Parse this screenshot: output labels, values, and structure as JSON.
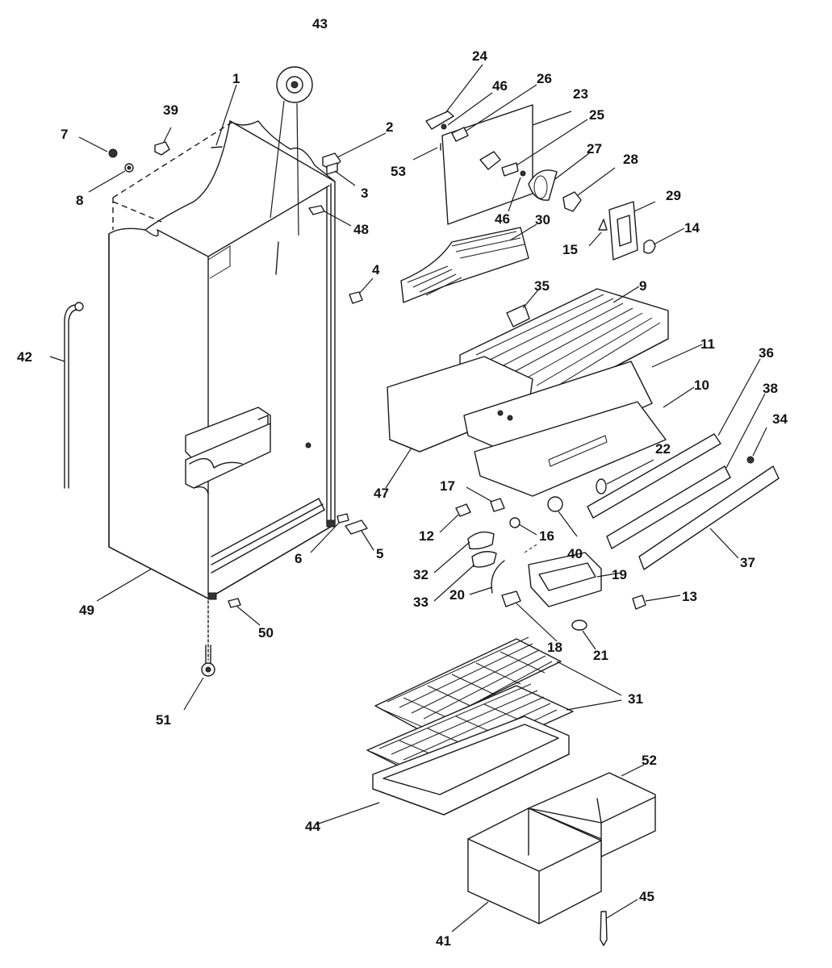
{
  "diagram": {
    "labels": [
      {
        "id": "lbl-1",
        "text": "1"
      },
      {
        "id": "lbl-2",
        "text": "2"
      },
      {
        "id": "lbl-3",
        "text": "3"
      },
      {
        "id": "lbl-4",
        "text": "4"
      },
      {
        "id": "lbl-5",
        "text": "5"
      },
      {
        "id": "lbl-6",
        "text": "6"
      },
      {
        "id": "lbl-7",
        "text": "7"
      },
      {
        "id": "lbl-8",
        "text": "8"
      },
      {
        "id": "lbl-9",
        "text": "9"
      },
      {
        "id": "lbl-10",
        "text": "10"
      },
      {
        "id": "lbl-11",
        "text": "11"
      },
      {
        "id": "lbl-12",
        "text": "12"
      },
      {
        "id": "lbl-13",
        "text": "13"
      },
      {
        "id": "lbl-14",
        "text": "14"
      },
      {
        "id": "lbl-15",
        "text": "15"
      },
      {
        "id": "lbl-16",
        "text": "16"
      },
      {
        "id": "lbl-17",
        "text": "17"
      },
      {
        "id": "lbl-18",
        "text": "18"
      },
      {
        "id": "lbl-19",
        "text": "19"
      },
      {
        "id": "lbl-20",
        "text": "20"
      },
      {
        "id": "lbl-21",
        "text": "21"
      },
      {
        "id": "lbl-22",
        "text": "22"
      },
      {
        "id": "lbl-23",
        "text": "23"
      },
      {
        "id": "lbl-24",
        "text": "24"
      },
      {
        "id": "lbl-25",
        "text": "25"
      },
      {
        "id": "lbl-26",
        "text": "26"
      },
      {
        "id": "lbl-27",
        "text": "27"
      },
      {
        "id": "lbl-28",
        "text": "28"
      },
      {
        "id": "lbl-29",
        "text": "29"
      },
      {
        "id": "lbl-30",
        "text": "30"
      },
      {
        "id": "lbl-31",
        "text": "31"
      },
      {
        "id": "lbl-32",
        "text": "32"
      },
      {
        "id": "lbl-33",
        "text": "33"
      },
      {
        "id": "lbl-34",
        "text": "34"
      },
      {
        "id": "lbl-35",
        "text": "35"
      },
      {
        "id": "lbl-36",
        "text": "36"
      },
      {
        "id": "lbl-37",
        "text": "37"
      },
      {
        "id": "lbl-38",
        "text": "38"
      },
      {
        "id": "lbl-39",
        "text": "39"
      },
      {
        "id": "lbl-40",
        "text": "40"
      },
      {
        "id": "lbl-41",
        "text": "41"
      },
      {
        "id": "lbl-42",
        "text": "42"
      },
      {
        "id": "lbl-43",
        "text": "43"
      },
      {
        "id": "lbl-44",
        "text": "44"
      },
      {
        "id": "lbl-45",
        "text": "45"
      },
      {
        "id": "lbl-46a",
        "text": "46"
      },
      {
        "id": "lbl-46b",
        "text": "46"
      },
      {
        "id": "lbl-47",
        "text": "47"
      },
      {
        "id": "lbl-48",
        "text": "48"
      },
      {
        "id": "lbl-49",
        "text": "49"
      },
      {
        "id": "lbl-50",
        "text": "50"
      },
      {
        "id": "lbl-51",
        "text": "51"
      },
      {
        "id": "lbl-52",
        "text": "52"
      },
      {
        "id": "lbl-53",
        "text": "53"
      }
    ]
  }
}
